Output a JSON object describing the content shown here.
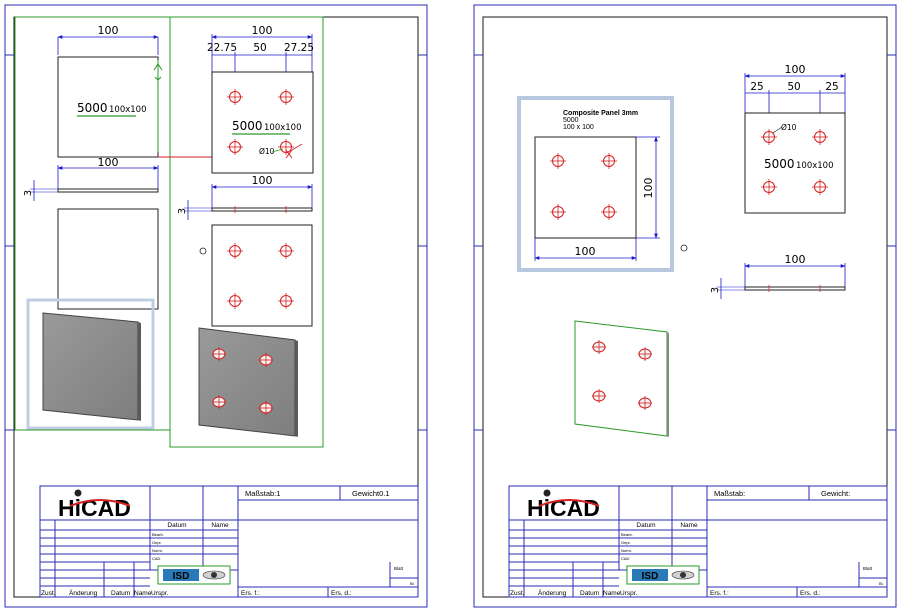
{
  "colors": {
    "frame": "#2b2bb8",
    "dim": "#1a1acc",
    "select": "#2a9a2a",
    "hole": "#d42020",
    "highlight": "#b8c8e0"
  },
  "left_sheet": {
    "top_plate": {
      "width_dim": "100",
      "label_main": "5000",
      "label_sub": "100x100"
    },
    "side_strip": {
      "width_dim": "100",
      "thickness_dim": "3"
    },
    "holed_plate": {
      "width_dim": "100",
      "dims": [
        "22.75",
        "50",
        "27.25"
      ],
      "label_main": "5000",
      "label_sub": "100x100",
      "hole_dim": "Ø10"
    },
    "holed_strip": {
      "width_dim": "100",
      "thickness_dim": "3"
    },
    "title_block": {
      "logo": "HiCAD",
      "massstab": "Maßstab:1",
      "gewicht": "Gewicht0.1",
      "col_datum": "Datum",
      "col_name": "Name",
      "rows": [
        "Bearb.",
        "Gepr.",
        "Norm.",
        "CAD"
      ],
      "isd_logo": "ISD",
      "blatt": "Blatt",
      "bl": "Bl.",
      "ers_f": "Ers. f.:",
      "ers_d": "Ers. d.:",
      "footer": [
        "Zust.",
        "Änderung",
        "Datum",
        "Name",
        "Urspr."
      ]
    }
  },
  "right_sheet": {
    "panel_view": {
      "title": "Composite Panel 3mm",
      "line1": "5000",
      "line2": "100 x 100",
      "height_dim": "100",
      "width_dim": "100"
    },
    "holed_plate": {
      "width_dim": "100",
      "dims": [
        "25",
        "50",
        "25"
      ],
      "hole_dim": "Ø10",
      "label_main": "5000",
      "label_sub": "100x100"
    },
    "strip": {
      "width_dim": "100",
      "thickness_dim": "3"
    },
    "title_block": {
      "logo": "HiCAD",
      "massstab": "Maßstab:",
      "gewicht": "Gewicht:",
      "col_datum": "Datum",
      "col_name": "Name",
      "rows": [
        "Bearb.",
        "Gepr.",
        "Norm.",
        "CAD"
      ],
      "isd_logo": "ISD",
      "blatt": "Blatt",
      "bl": "Bl.",
      "ers_f": "Ers. f.:",
      "ers_d": "Ers. d.:",
      "footer": [
        "Zust.",
        "Änderung",
        "Datum",
        "Name",
        "Urspr."
      ]
    }
  }
}
